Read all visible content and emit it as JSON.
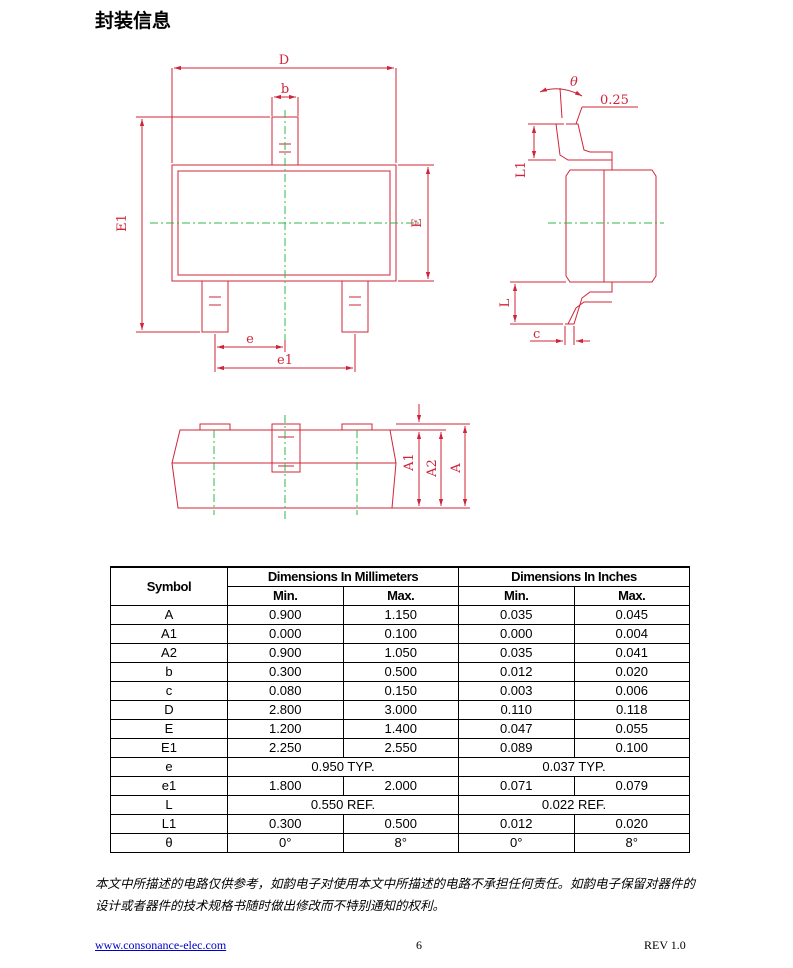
{
  "page": {
    "heading": "封装信息",
    "note": "本文中所描述的电路仅供参考，如韵电子对使用本文中所描述的电路不承担任何责任。如韵电子保留对器件的设计或者器件的技术规格书随时做出修改而不特别通知的权利。",
    "footer": {
      "url": "www.consonance-elec.com",
      "page_number": "6",
      "revision": "REV 1.0"
    }
  },
  "drawing": {
    "line_color": "#d0243a",
    "centerline_color": "#2db84a",
    "labels": {
      "D": "D",
      "b": "b",
      "E1": "E1",
      "E": "E",
      "e": "e",
      "e1": "e1",
      "theta": "θ",
      "lead_thickness": "0.25",
      "L1": "L1",
      "L": "L",
      "c": "c",
      "A1": "A1",
      "A2": "A2",
      "A": "A"
    }
  },
  "table": {
    "headers": {
      "symbol": "Symbol",
      "mm": "Dimensions In Millimeters",
      "inch": "Dimensions In Inches",
      "min": "Min.",
      "max": "Max."
    },
    "rows": [
      {
        "symbol": "A",
        "mm_min": "0.900",
        "mm_max": "1.150",
        "in_min": "0.035",
        "in_max": "0.045"
      },
      {
        "symbol": "A1",
        "mm_min": "0.000",
        "mm_max": "0.100",
        "in_min": "0.000",
        "in_max": "0.004"
      },
      {
        "symbol": "A2",
        "mm_min": "0.900",
        "mm_max": "1.050",
        "in_min": "0.035",
        "in_max": "0.041"
      },
      {
        "symbol": "b",
        "mm_min": "0.300",
        "mm_max": "0.500",
        "in_min": "0.012",
        "in_max": "0.020"
      },
      {
        "symbol": "c",
        "mm_min": "0.080",
        "mm_max": "0.150",
        "in_min": "0.003",
        "in_max": "0.006"
      },
      {
        "symbol": "D",
        "mm_min": "2.800",
        "mm_max": "3.000",
        "in_min": "0.110",
        "in_max": "0.118"
      },
      {
        "symbol": "E",
        "mm_min": "1.200",
        "mm_max": "1.400",
        "in_min": "0.047",
        "in_max": "0.055"
      },
      {
        "symbol": "E1",
        "mm_min": "2.250",
        "mm_max": "2.550",
        "in_min": "0.089",
        "in_max": "0.100"
      },
      {
        "symbol": "e",
        "mm_span": "0.950 TYP.",
        "in_span": "0.037 TYP."
      },
      {
        "symbol": "e1",
        "mm_min": "1.800",
        "mm_max": "2.000",
        "in_min": "0.071",
        "in_max": "0.079"
      },
      {
        "symbol": "L",
        "mm_span": "0.550 REF.",
        "in_span": "0.022 REF."
      },
      {
        "symbol": "L1",
        "mm_min": "0.300",
        "mm_max": "0.500",
        "in_min": "0.012",
        "in_max": "0.020"
      },
      {
        "symbol": "θ",
        "mm_min": "0°",
        "mm_max": "8°",
        "in_min": "0°",
        "in_max": "8°"
      }
    ]
  }
}
